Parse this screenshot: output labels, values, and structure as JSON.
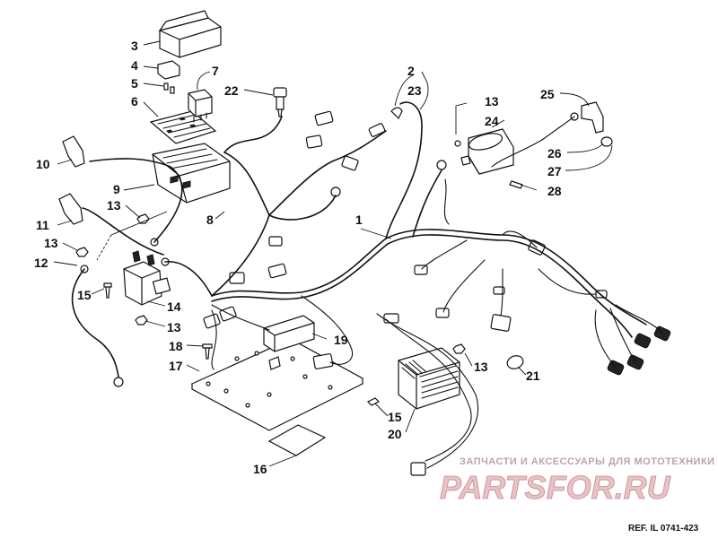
{
  "diagram": {
    "callouts": [
      {
        "id": "c1",
        "label": "1"
      },
      {
        "id": "c2",
        "label": "2"
      },
      {
        "id": "c3",
        "label": "3"
      },
      {
        "id": "c4",
        "label": "4"
      },
      {
        "id": "c5",
        "label": "5"
      },
      {
        "id": "c6",
        "label": "6"
      },
      {
        "id": "c7",
        "label": "7"
      },
      {
        "id": "c8",
        "label": "8"
      },
      {
        "id": "c9",
        "label": "9"
      },
      {
        "id": "c10",
        "label": "10"
      },
      {
        "id": "c11",
        "label": "11"
      },
      {
        "id": "c12",
        "label": "12"
      },
      {
        "id": "c13a",
        "label": "13"
      },
      {
        "id": "c13b",
        "label": "13"
      },
      {
        "id": "c13c",
        "label": "13"
      },
      {
        "id": "c13d",
        "label": "13"
      },
      {
        "id": "c13e",
        "label": "13"
      },
      {
        "id": "c14",
        "label": "14"
      },
      {
        "id": "c15a",
        "label": "15"
      },
      {
        "id": "c15b",
        "label": "15"
      },
      {
        "id": "c16",
        "label": "16"
      },
      {
        "id": "c17",
        "label": "17"
      },
      {
        "id": "c18",
        "label": "18"
      },
      {
        "id": "c19",
        "label": "19"
      },
      {
        "id": "c20",
        "label": "20"
      },
      {
        "id": "c21",
        "label": "21"
      },
      {
        "id": "c22",
        "label": "22"
      },
      {
        "id": "c23",
        "label": "23"
      },
      {
        "id": "c24",
        "label": "24"
      },
      {
        "id": "c25",
        "label": "25"
      },
      {
        "id": "c26",
        "label": "26"
      },
      {
        "id": "c27",
        "label": "27"
      },
      {
        "id": "c28",
        "label": "28"
      }
    ],
    "reference": "REF. IL 0741-423"
  },
  "watermark": {
    "tagline": "ЗАПЧАСТИ И АКСЕССУАРЫ ДЛЯ МОТОТЕХНИКИ",
    "logo": "PARTSFOR.RU"
  }
}
